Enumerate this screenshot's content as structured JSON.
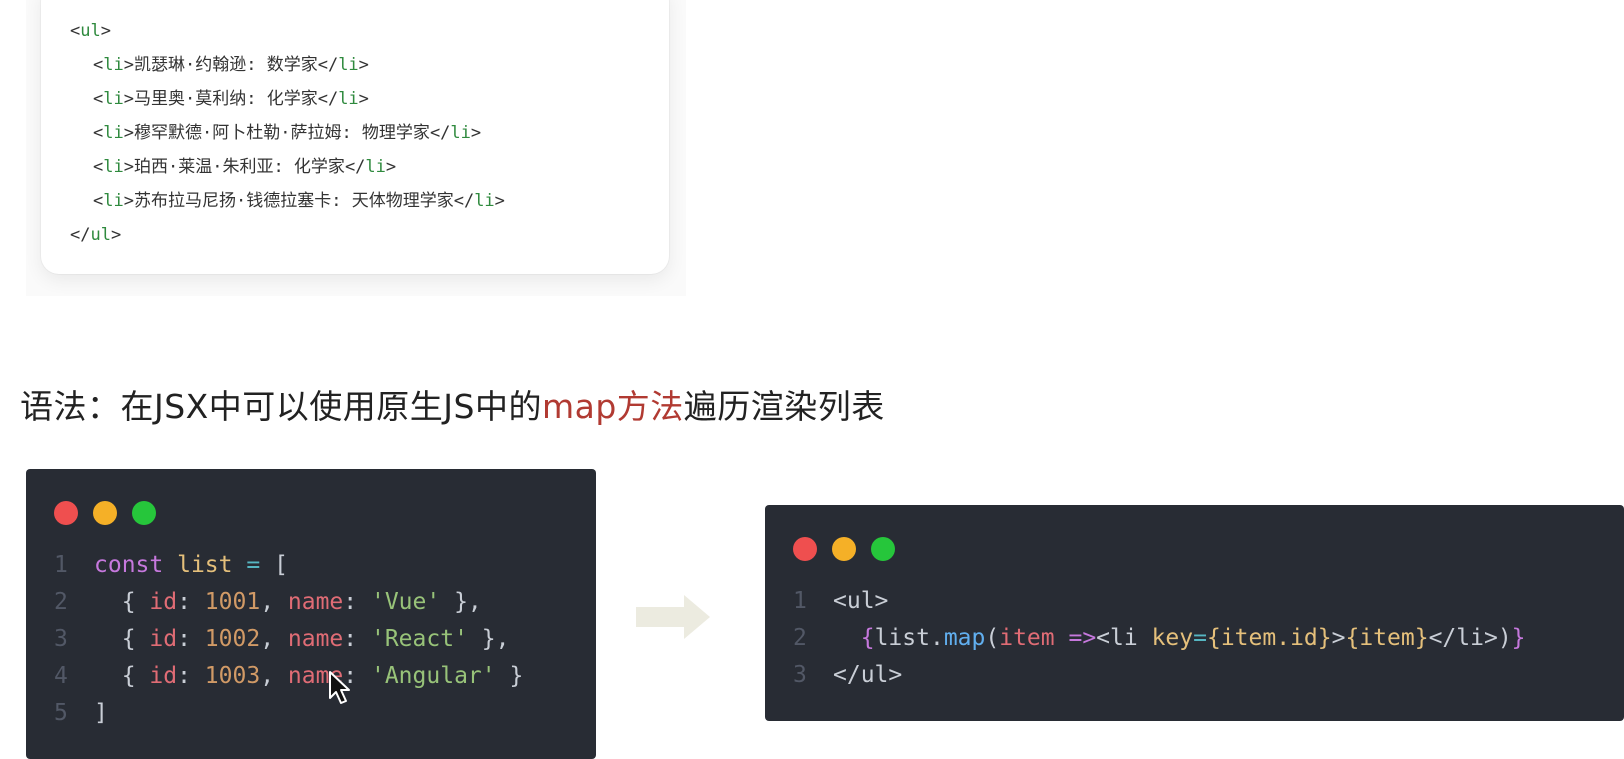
{
  "html_snippet": {
    "open_tag": "ul",
    "close_tag": "ul",
    "items": [
      "凯瑟琳·约翰逊: 数学家",
      "马里奥·莫利纳: 化学家",
      "穆罕默德·阿卜杜勒·萨拉姆: 物理学家",
      "珀西·莱温·朱利亚: 化学家",
      "苏布拉马尼扬·钱德拉塞卡: 天体物理学家"
    ],
    "item_tag": "li"
  },
  "heading": {
    "prefix": "语法：在JSX中可以使用原生JS中的",
    "highlight": "map方法",
    "suffix": "遍历渲染列表"
  },
  "left_code": {
    "line_numbers": [
      "1",
      "2",
      "3",
      "4",
      "5"
    ],
    "keyword": "const",
    "var_name": "list",
    "equals": "=",
    "open_bracket": "[",
    "close_bracket": "]",
    "rows": [
      {
        "id": "1001",
        "name": "'Vue'"
      },
      {
        "id": "1002",
        "name": "'React'"
      },
      {
        "id": "1003",
        "name": "'Angular'"
      }
    ],
    "id_key": "id",
    "name_key": "name"
  },
  "right_code": {
    "line_numbers": [
      "1",
      "2",
      "3"
    ],
    "line1": "<ul>",
    "line3": "</ul>",
    "line2_parts": {
      "brace_open": "{",
      "list": "list",
      "dot": ".",
      "map": "map",
      "paren_open": "(",
      "item": "item",
      "arrow": "=>",
      "li_open": "<li",
      "key_attr": "key",
      "eq": "=",
      "key_expr": "{item.id}",
      "gt": ">",
      "item_expr": "{item}",
      "li_close": "</li>",
      "paren_close": ")",
      "brace_close": "}"
    }
  },
  "colors": {
    "editor_bg": "#282c34",
    "highlight_red": "#b13a32",
    "dot_red": "#ef4f4f",
    "dot_yellow": "#f5b027",
    "dot_green": "#26c63b"
  }
}
